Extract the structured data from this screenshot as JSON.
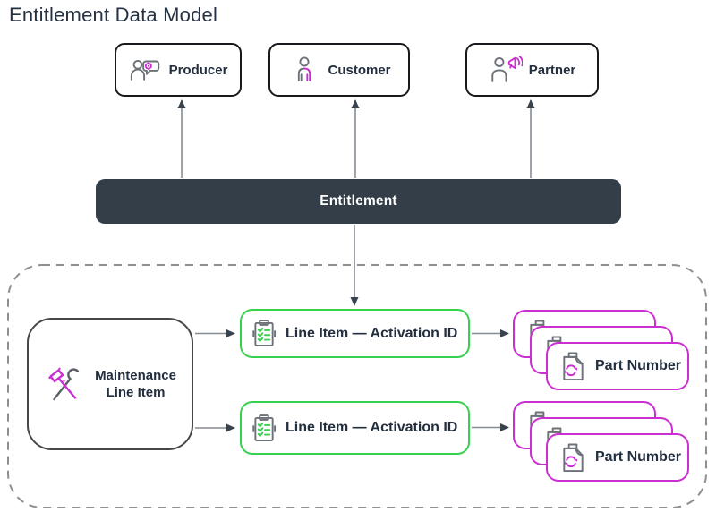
{
  "title": "Entitlement Data Model",
  "colors": {
    "dark_bar": "#333E48",
    "text": "#232F3E",
    "magenta_accent": "#CC2FD1",
    "green_accent": "#36D14E",
    "icon_gray": "#6D7278",
    "connector_gray": "#858C94",
    "arrowhead": "#39434D",
    "dashed_border": "#8F8F8F",
    "node_border": "#17191D"
  },
  "actors": [
    {
      "label": "Producer",
      "icon": "producer-icon"
    },
    {
      "label": "Customer",
      "icon": "customer-icon"
    },
    {
      "label": "Partner",
      "icon": "partner-icon"
    }
  ],
  "entitlement": {
    "label": "Entitlement"
  },
  "detail": {
    "maintenance": {
      "label_line1": "Maintenance",
      "label_line2": "Line Item",
      "icon": "hammer-wrench-icon"
    },
    "line_items": [
      {
        "label": "Line Item — Activation ID",
        "icon": "checklist-icon"
      },
      {
        "label": "Line Item — Activation ID",
        "icon": "checklist-icon"
      }
    ],
    "part_stacks": [
      {
        "label": "Part Number",
        "icon": "document-sync-icon",
        "card_count": 3
      },
      {
        "label": "Part Number",
        "icon": "document-sync-icon",
        "card_count": 3
      }
    ]
  }
}
